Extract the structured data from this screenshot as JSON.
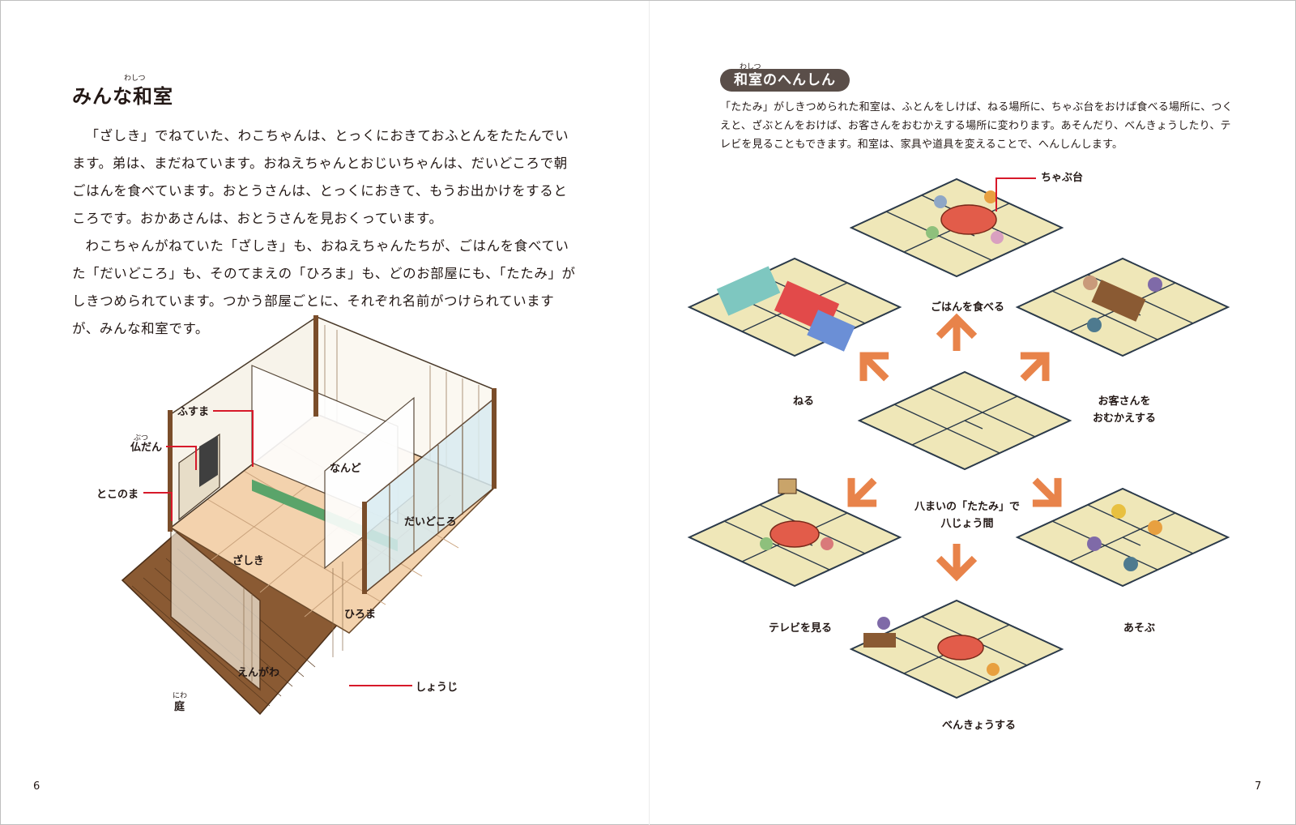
{
  "left_page": {
    "title": "みんな和室",
    "title_ruby": "わしつ",
    "paragraphs": [
      "「ざしき」でねていた、わこちゃんは、とっくにおきておふとんをたたんでいます。弟は、まだねています。おねえちゃんとおじいちゃんは、だいどころで朝ごはんを食べています。おとうさんは、とっくにおきて、もうお出かけをするところです。おかあさんは、おとうさんを見おくっています。",
      "わこちゃんがねていた「ざしき」も、おねえちゃんたちが、ごはんを食べていた「だいどころ」も、そのてまえの「ひろま」も、どのお部屋にも、「たたみ」がしきつめられています。つかう部屋ごとに、それぞれ名前がつけられていますが、みんな和室です。"
    ],
    "house_labels": {
      "fusuma": "ふすま",
      "butsudan": "仏だん",
      "tokonoma": "とこのま",
      "nando": "なんど",
      "daidokoro": "だいどころ",
      "zashiki": "ざしき",
      "hiroma": "ひろま",
      "engawa": "えんがわ",
      "shoji": "しょうじ",
      "niwa": "庭",
      "niwa_ruby": "にわ"
    },
    "page_number": "6"
  },
  "right_page": {
    "heading": "和室のへんしん",
    "heading_ruby": "わしつ",
    "intro": "「たたみ」がしきつめられた和室は、ふとんをしけば、ねる場所に、ちゃぶ台をおけば食べる場所に、つくえと、ざぶとんをおけば、お客さんをおむかえする場所に変わります。あそんだり、べんきょうしたり、テレビを見ることもできます。和室は、家具や道具を変えることで、へんしんします。",
    "center_label_line1": "八まいの「たたみ」で",
    "center_label_line2": "八じょう間",
    "scenes": {
      "eat": "ごはんを食べる",
      "chabudai": "ちゃぶ台",
      "sleep": "ねる",
      "guest_line1": "お客さんを",
      "guest_line2": "おむかえする",
      "tv": "テレビを見る",
      "play": "あそぶ",
      "study": "べんきょうする"
    },
    "page_number": "7"
  },
  "colors": {
    "tatami": "#efe7b8",
    "tatami_edge": "#2b3a4a",
    "arrow": "#e8834a",
    "leader": "#d7192a",
    "pill": "#5a4e49",
    "wood": "#8a5a33"
  }
}
